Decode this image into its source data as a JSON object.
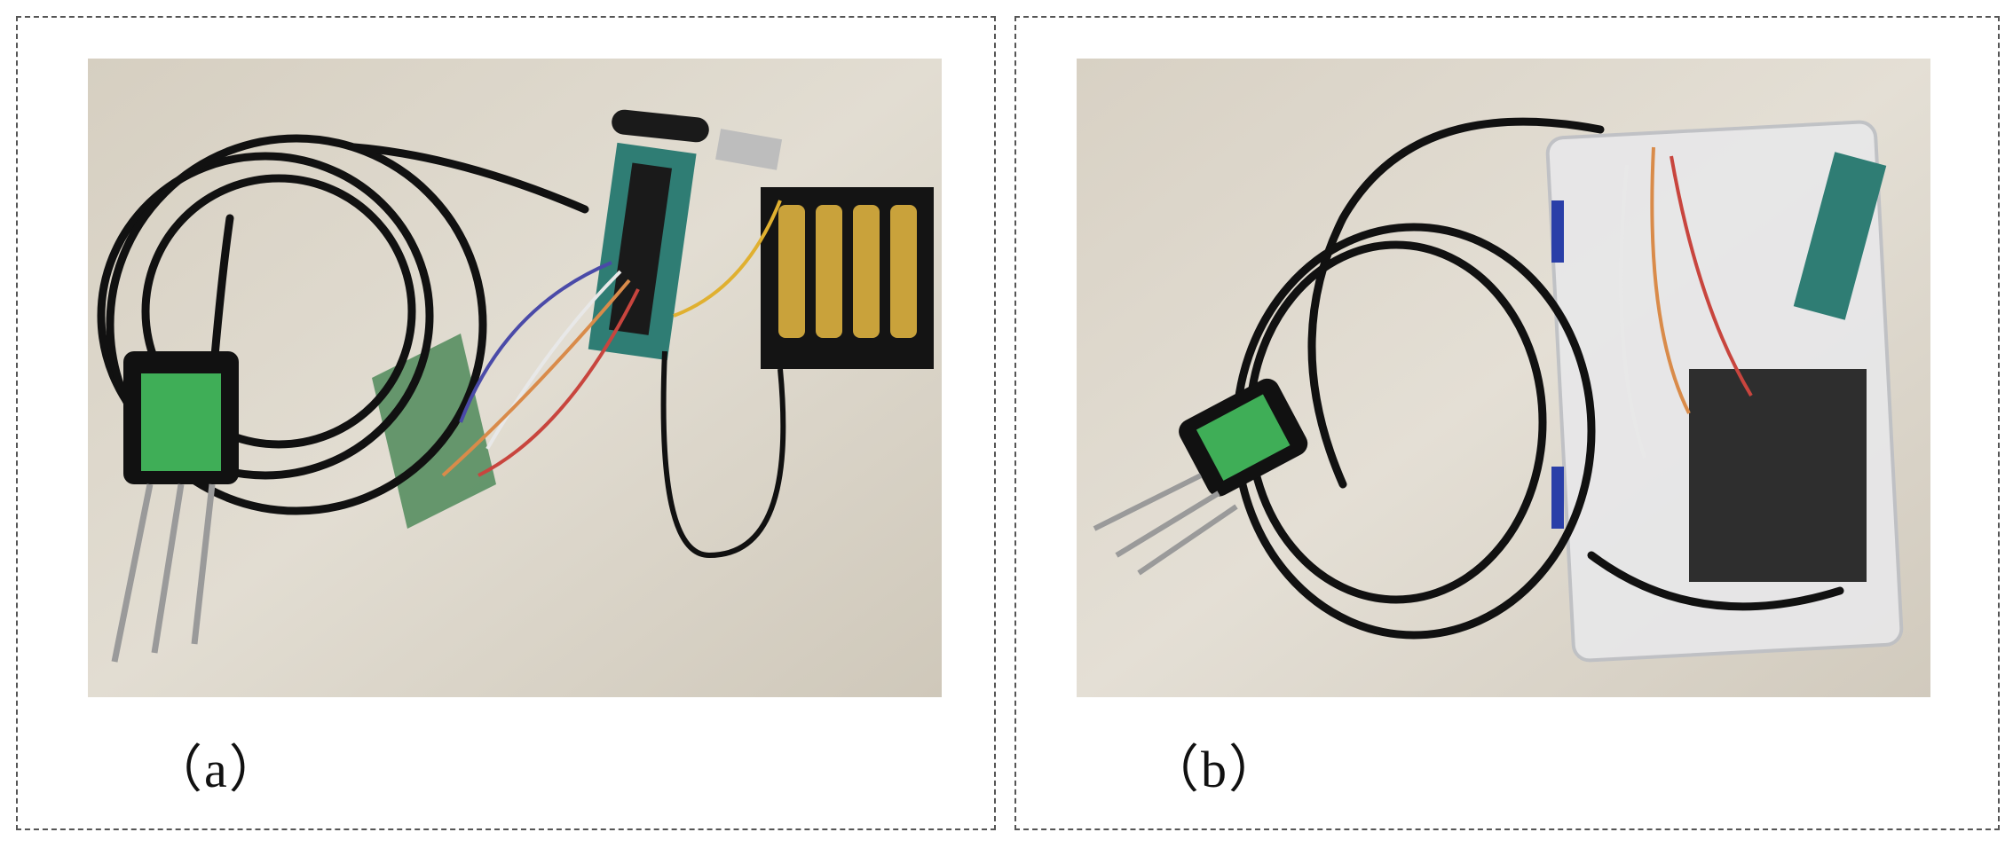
{
  "figure": {
    "panels": [
      {
        "id": "a",
        "caption": "（a）",
        "photo_description_icon": "soil-sensor-with-arduino-board-and-battery-pack-photo"
      },
      {
        "id": "b",
        "caption": "（b）",
        "photo_description_icon": "soil-sensor-with-electronics-in-plastic-box-photo"
      }
    ]
  },
  "colors": {
    "background": "#ffffff",
    "panel_border": "#555555",
    "tabletop": "#d9d3c6",
    "cable": "#111111",
    "sensor_label": "#3fae57"
  }
}
